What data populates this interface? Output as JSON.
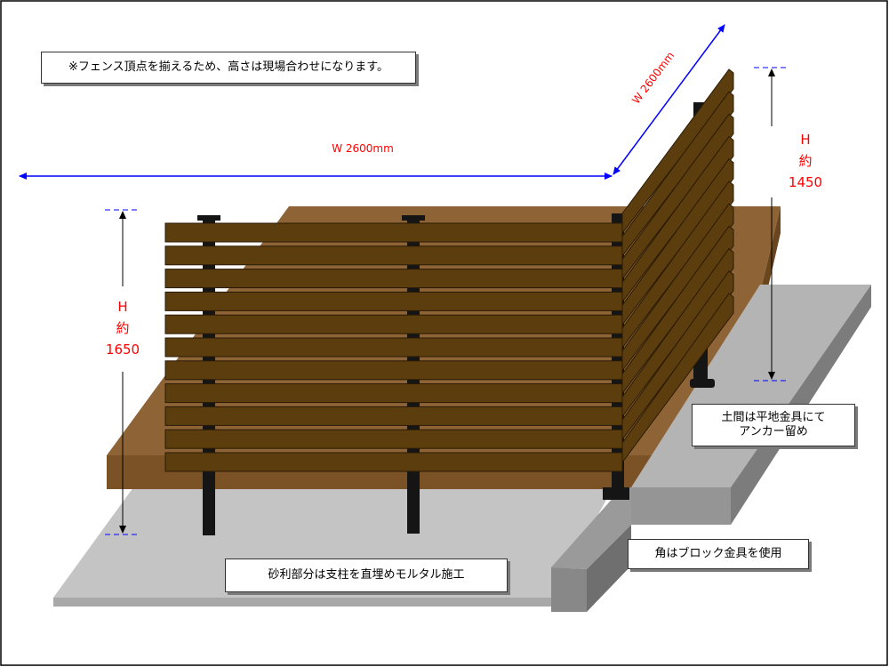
{
  "notes": {
    "top": "※フェンス頂点を揃えるため、高さは現場合わせになります。",
    "dirt": "土間は平地金具にて\nアンカー留め",
    "corner": "角はブロック金具を使用",
    "gravel": "砂利部分は支柱を直埋めモルタル施工"
  },
  "dimensions": {
    "width_front": "W 2600mm",
    "width_side": "W 2600mm",
    "height_left": [
      "H",
      "約",
      "1650"
    ],
    "height_right": [
      "H",
      "約",
      "1450"
    ]
  },
  "colors": {
    "board": "#5c3d0d",
    "board_edge": "#2a1a05",
    "deck": "#8e6436",
    "deck_side": "#7a5226",
    "ground": "#c4c4c4",
    "block_top": "#b4b4b4",
    "block_side": "#8f8f8f",
    "post": "#151515",
    "arrow_blue": "#0000ff",
    "text_red": "#ff0000"
  }
}
